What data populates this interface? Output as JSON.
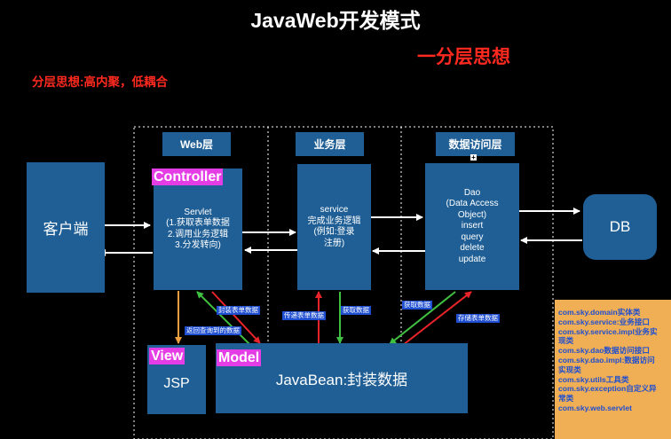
{
  "title": "JavaWeb开发模式",
  "subtitle": "一分层思想",
  "principle": "分层思想:高内聚，低耦合",
  "layers": {
    "web": "Web层",
    "service": "业务层",
    "dao": "数据访问层"
  },
  "boxes": {
    "client": "客户端",
    "servlet": [
      "Servlet",
      "(1.获取表单数据",
      "2.调用业务逻辑",
      "3.分发转向)"
    ],
    "service": [
      "service",
      "完成业务逻辑",
      "(例如:登录",
      "注册)"
    ],
    "dao": [
      "Dao",
      "(Data Access",
      "Object)",
      "insert",
      "query",
      "delete",
      "update"
    ],
    "db": "DB",
    "jsp": "JSP",
    "javabean": "JavaBean:封装数据"
  },
  "tags": {
    "controller": "Controller",
    "view": "View",
    "model": "Model"
  },
  "arrow_labels": {
    "encapsulate_form": "封装表单数据",
    "return_query": "返回查询到的数据",
    "pass_form": "传递表单数据",
    "get_data_service": "获取数据",
    "get_data_dao": "获取数据",
    "store_form": "存储表单数据"
  },
  "packages": [
    "com.sky.domain实体类",
    "com.sky.service:业务接口",
    "com.sky.service.impl业务实",
    "现类",
    "com.sky.dao数据访问接口",
    "com.sky.dao.impl:数据访问",
    "实现类",
    "com.sky.utils工具类",
    "com.sky.exception自定义异",
    "常类",
    "com.sky.web.servlet"
  ],
  "colors": {
    "box_fill": "#1f5f95",
    "accent_red": "#ff2a1f",
    "tag_magenta": "#e43de6",
    "package_bg": "#f0ae55",
    "label_blue": "#1f4fd0"
  }
}
